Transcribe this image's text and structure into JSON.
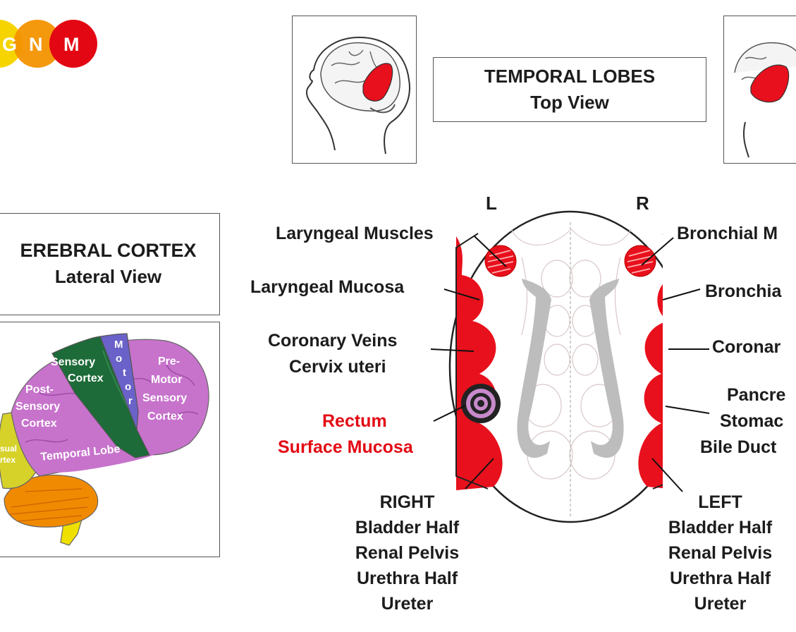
{
  "logo": {
    "letters": [
      "G",
      "N",
      "M"
    ],
    "colors": [
      "#f5d400",
      "#f39200",
      "#e30613"
    ]
  },
  "temporal_title": {
    "line1": "TEMPORAL LOBES",
    "line2": "Top View"
  },
  "cerebral_title": {
    "line1": "EREBRAL CORTEX",
    "line2": "Lateral View"
  },
  "brain_labels": {
    "sensory_cortex": [
      "Sensory",
      "Cortex"
    ],
    "motor": [
      "M",
      "o",
      "t",
      "o",
      "r"
    ],
    "premotor": [
      "Pre-",
      "Motor",
      "Sensory",
      "Cortex"
    ],
    "post_sensory": [
      "Post-",
      "Sensory",
      "Cortex"
    ],
    "temporal_lobe": "Temporal Lobe",
    "visual_cortex": [
      "sual",
      "rtex"
    ]
  },
  "sides": {
    "left": "L",
    "right": "R"
  },
  "left_labels": {
    "laryngeal_muscles": "Laryngeal Muscles",
    "laryngeal_mucosa": "Laryngeal Mucosa",
    "coronary_veins": "Coronary Veins",
    "cervix_uteri": "Cervix uteri",
    "rectum": "Rectum",
    "surface_mucosa": "Surface Mucosa",
    "bottom": [
      "RIGHT",
      "Bladder Half",
      "Renal Pelvis",
      "Urethra Half",
      "Ureter"
    ]
  },
  "right_labels": {
    "bronchial_muscles": "Bronchial M",
    "bronchial_mucosa": "Bronchia",
    "coronary": "Coronar",
    "pancreas": "Pancre",
    "stomach": "Stomac",
    "bile_ducts": "Bile Duct",
    "bottom": [
      "LEFT",
      "Bladder Half",
      "Renal Pelvis",
      "Urethra Half",
      "Ureter"
    ]
  },
  "colors": {
    "relay_red": "#e8101c",
    "label_red": "#e30a14"
  }
}
